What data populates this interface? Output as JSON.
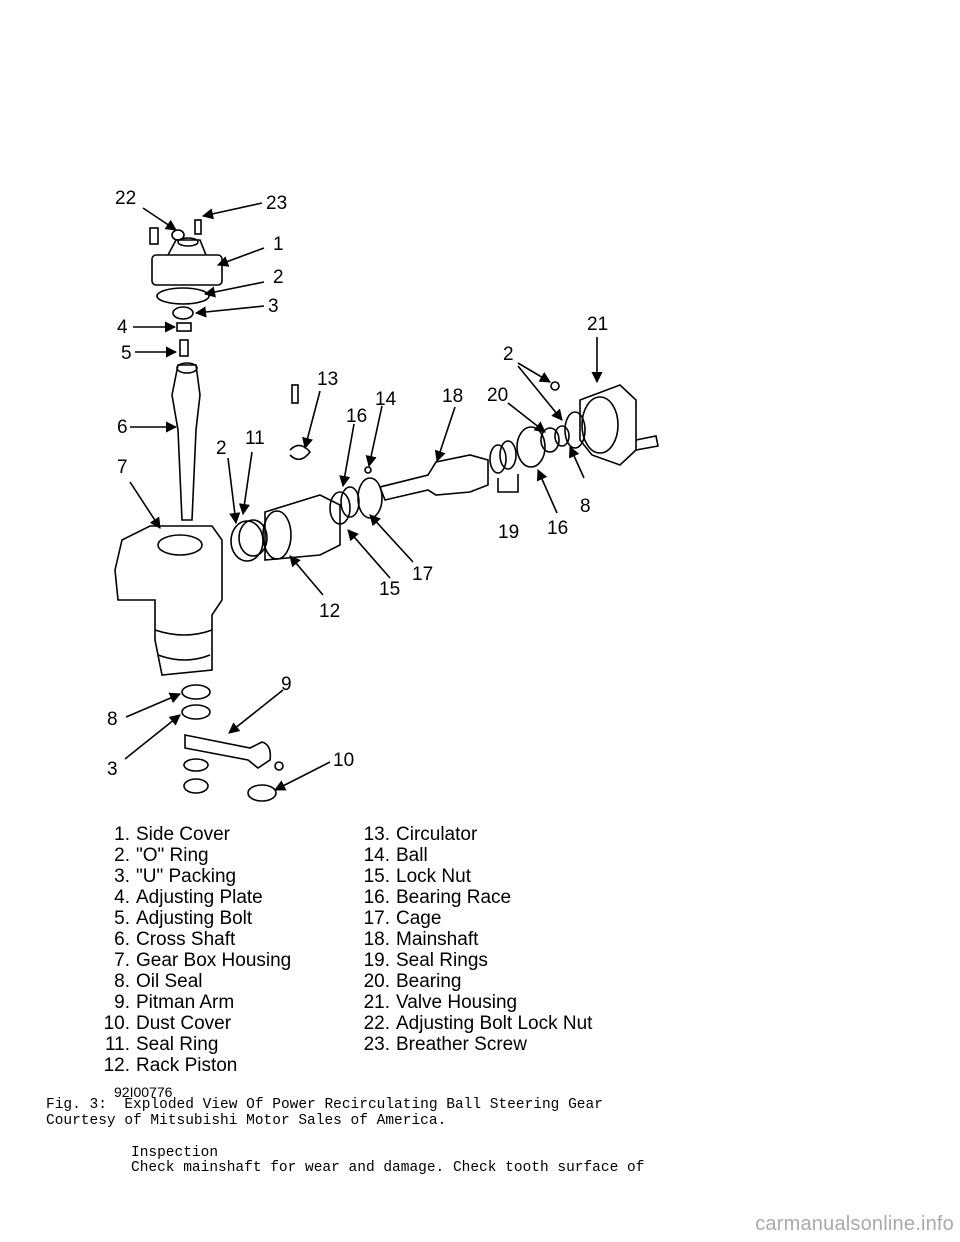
{
  "figure": {
    "callouts": [
      "22",
      "23",
      "1",
      "2",
      "3",
      "4",
      "5",
      "6",
      "7",
      "13",
      "14",
      "16",
      "18",
      "20",
      "2",
      "21",
      "2",
      "11",
      "8",
      "19",
      "16",
      "17",
      "15",
      "12",
      "9",
      "8",
      "3",
      "10"
    ],
    "legend_left": [
      {
        "num": "1.",
        "label": "Side Cover"
      },
      {
        "num": "2.",
        "label": "\"O\" Ring"
      },
      {
        "num": "3.",
        "label": "\"U\" Packing"
      },
      {
        "num": "4.",
        "label": "Adjusting Plate"
      },
      {
        "num": "5.",
        "label": "Adjusting Bolt"
      },
      {
        "num": "6.",
        "label": "Cross Shaft"
      },
      {
        "num": "7.",
        "label": "Gear Box Housing"
      },
      {
        "num": "8.",
        "label": "Oil Seal"
      },
      {
        "num": "9.",
        "label": "Pitman Arm"
      },
      {
        "num": "10.",
        "label": "Dust Cover"
      },
      {
        "num": "11.",
        "label": "Seal Ring"
      },
      {
        "num": "12.",
        "label": "Rack Piston"
      }
    ],
    "legend_right": [
      {
        "num": "13.",
        "label": "Circulator"
      },
      {
        "num": "14.",
        "label": "Ball"
      },
      {
        "num": "15.",
        "label": "Lock Nut"
      },
      {
        "num": "16.",
        "label": "Bearing Race"
      },
      {
        "num": "17.",
        "label": "Cage"
      },
      {
        "num": "18.",
        "label": "Mainshaft"
      },
      {
        "num": "19.",
        "label": "Seal Rings"
      },
      {
        "num": "20.",
        "label": "Bearing"
      },
      {
        "num": "21.",
        "label": "Valve Housing"
      },
      {
        "num": "22.",
        "label": "Adjusting Bolt Lock Nut"
      },
      {
        "num": "23.",
        "label": "Breather Screw"
      }
    ],
    "code": "92I00776"
  },
  "caption": {
    "line1": "Fig. 3:  Exploded View Of Power Recirculating Ball Steering Gear",
    "line2": "Courtesy of Mitsubishi Motor Sales of America."
  },
  "section": {
    "heading": "Inspection",
    "body": "Check mainshaft for wear and damage. Check tooth surface of"
  },
  "watermark": "carmanualsonline.info"
}
